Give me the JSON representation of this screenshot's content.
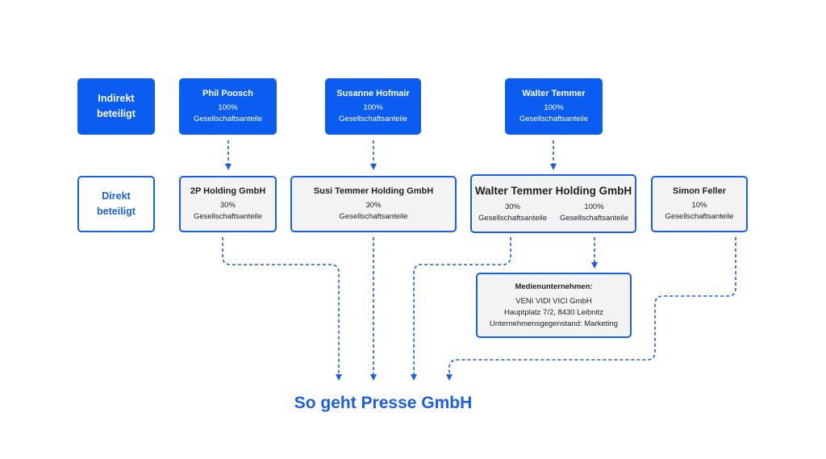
{
  "colors": {
    "primary": "#0b5cf0",
    "border": "#1a5fe6",
    "box_fill": "#f3f3f3"
  },
  "rows": {
    "indirect_label": [
      "Indirekt",
      "beteiligt"
    ],
    "direct_label": [
      "Direkt",
      "beteiligt"
    ]
  },
  "indirect": [
    {
      "name": "Phil Poosch",
      "share": "100%",
      "unit": "Gesellschaftsanteile"
    },
    {
      "name": "Susanne Hofmair",
      "share": "100%",
      "unit": "Gesellschaftsanteile"
    },
    {
      "name": "Walter Temmer",
      "share": "100%",
      "unit": "Gesellschaftsanteile"
    }
  ],
  "direct": [
    {
      "name": "2P Holding GmbH",
      "share": "30%",
      "unit": "Gesellschaftsanteile"
    },
    {
      "name": "Susi Temmer Holding GmbH",
      "share": "30%",
      "unit": "Gesellschaftsanteile"
    },
    {
      "name": "Walter Temmer Holding GmbH",
      "left_share": "30%",
      "left_unit": "Gesellschaftsanteile",
      "right_share": "100%",
      "right_unit": "Gesellschaftsanteile"
    },
    {
      "name": "Simon Feller",
      "share": "10%",
      "unit": "Gesellschaftsanteile"
    }
  ],
  "media": {
    "heading": "Medienunternehmen:",
    "company": "VENI VIDI VICI GmbH",
    "address": "Hauptplatz 7/2, 8430 Leibnitz",
    "purpose": "Unternehmensgegenstand: Marketing"
  },
  "target": {
    "title": "So geht Presse GmbH"
  }
}
